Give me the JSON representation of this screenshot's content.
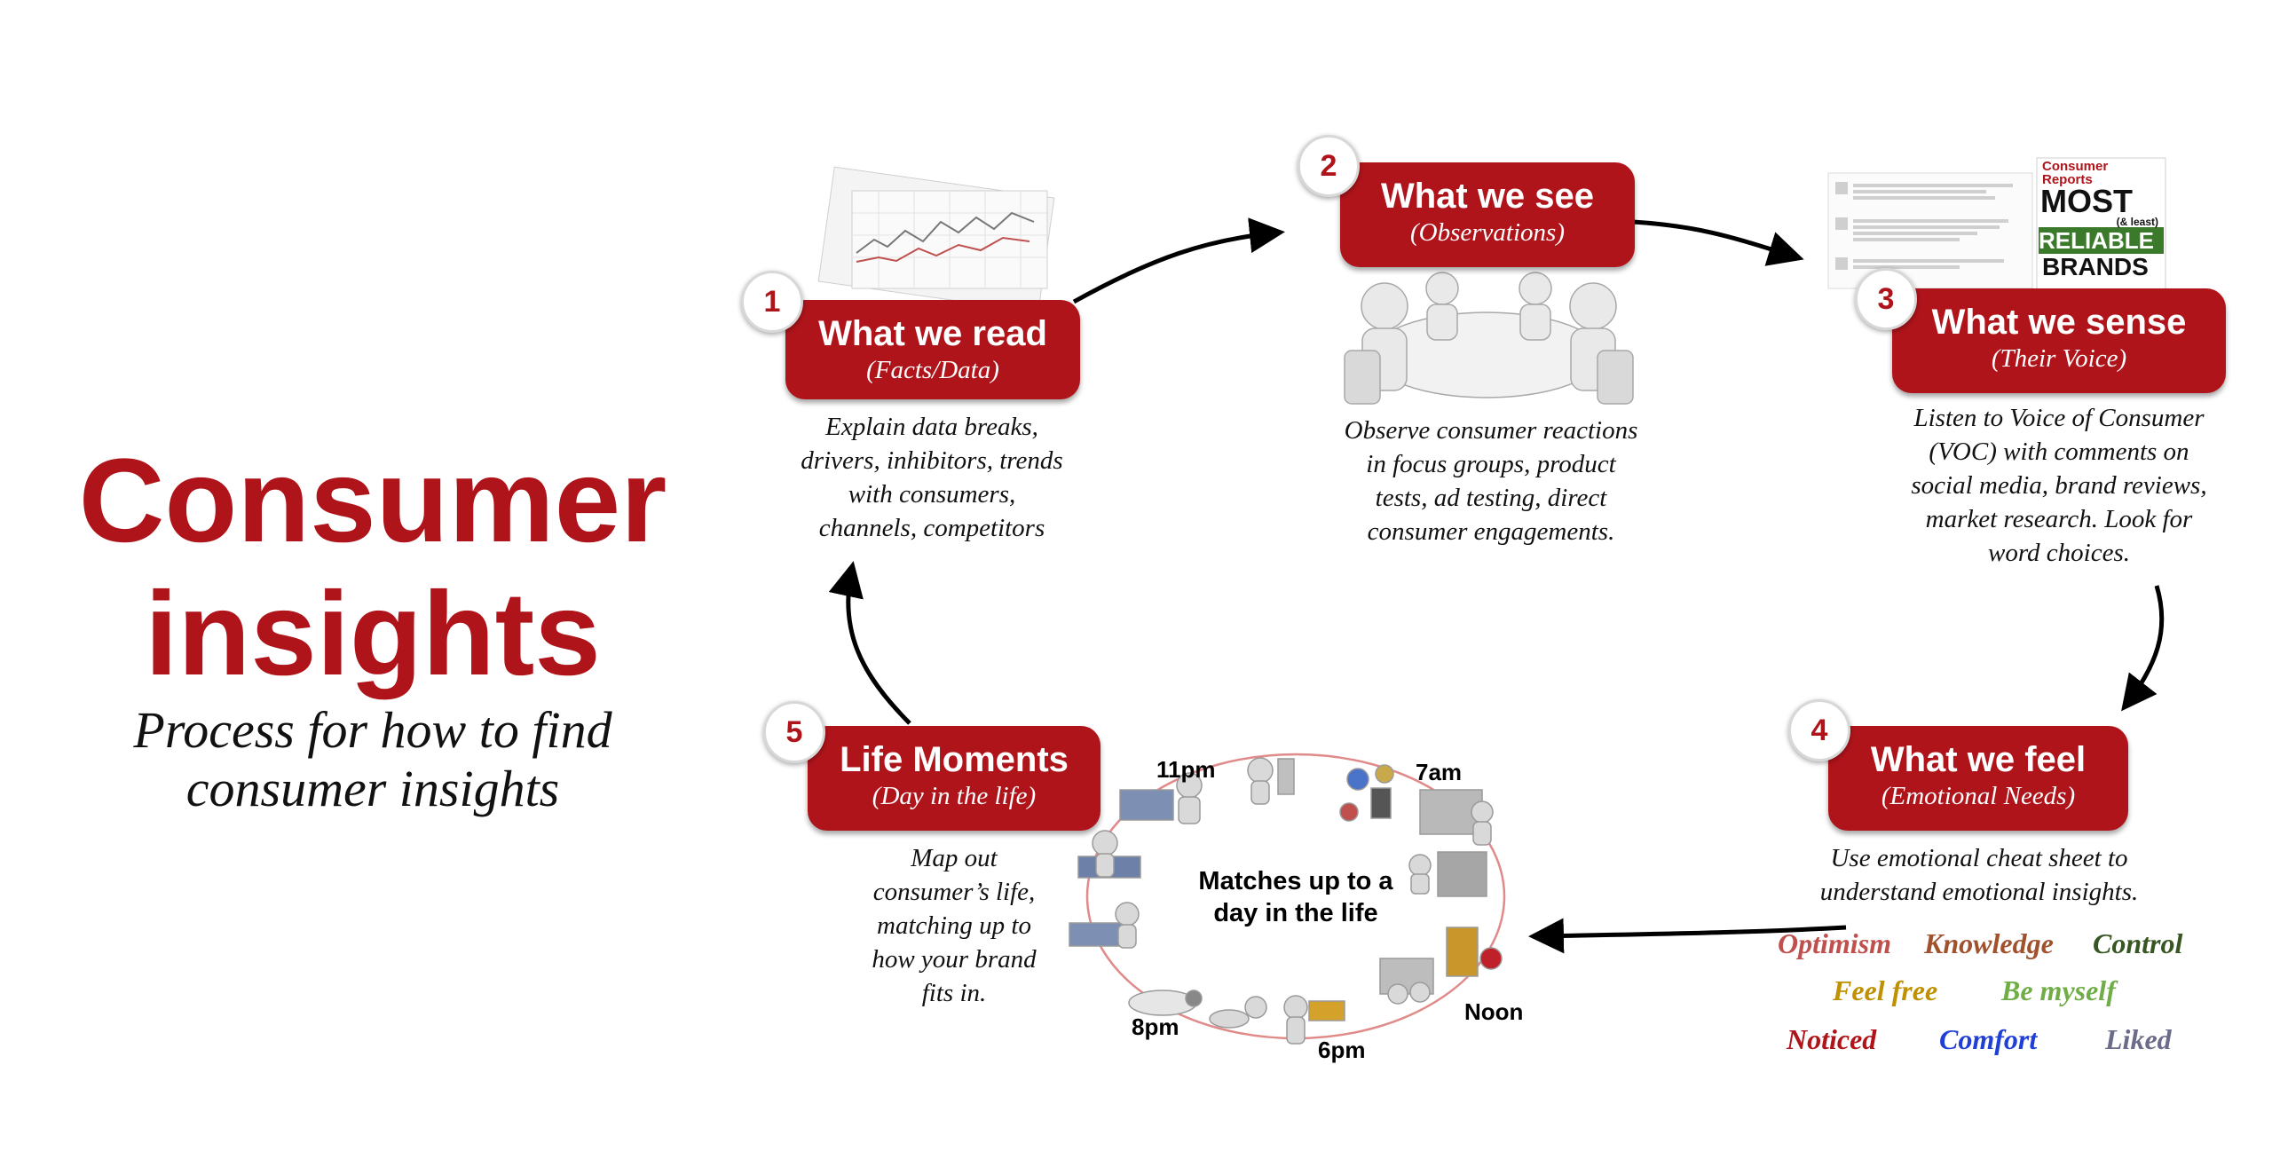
{
  "title": {
    "line1": "Consumer",
    "line2": "insights"
  },
  "subtitle": {
    "line1": "Process for how to find",
    "line2": "consumer insights"
  },
  "steps": [
    {
      "number": "1",
      "title": "What we read",
      "subtitle": "(Facts/Data)",
      "description": [
        "Explain data breaks,",
        "drivers, inhibitors, trends",
        "with consumers,",
        "channels, competitors"
      ]
    },
    {
      "number": "2",
      "title": "What we see",
      "subtitle": "(Observations)",
      "description": [
        "Observe consumer reactions",
        "in  focus groups, product",
        "tests, ad testing, direct",
        "consumer engagements."
      ]
    },
    {
      "number": "3",
      "title": "What we sense",
      "subtitle": "(Their Voice)",
      "description": [
        "Listen to Voice of Consumer",
        "(VOC) with comments on",
        "social media, brand reviews,",
        "market research. Look for",
        "word choices."
      ]
    },
    {
      "number": "4",
      "title": "What we feel",
      "subtitle": "(Emotional Needs)",
      "description": [
        "Use emotional cheat sheet to",
        "understand emotional insights."
      ]
    },
    {
      "number": "5",
      "title": "Life Moments",
      "subtitle": "(Day in the life)",
      "description": [
        "Map out",
        "consumer’s life,",
        "matching up to",
        "how your brand",
        "fits in."
      ]
    }
  ],
  "emotions": [
    {
      "label": "Optimism",
      "color": "#c0504d"
    },
    {
      "label": "Knowledge",
      "color": "#a0522d"
    },
    {
      "label": "Control",
      "color": "#375623"
    },
    {
      "label": "Feel free",
      "color": "#bf9000"
    },
    {
      "label": "Be myself",
      "color": "#70ad47"
    },
    {
      "label": "Noticed",
      "color": "#b0141b"
    },
    {
      "label": "Comfort",
      "color": "#1f3fd6"
    },
    {
      "label": "Liked",
      "color": "#6b6b8a"
    }
  ],
  "day_cycle": {
    "center": [
      "Matches up to a",
      "day in the life"
    ],
    "times": [
      "11pm",
      "7am",
      "Noon",
      "6pm",
      "8pm"
    ]
  },
  "consumer_reports_image": {
    "lines": [
      "Consumer",
      "Reports",
      "MOST",
      "(& least)",
      "RELIABLE",
      "BRANDS"
    ]
  },
  "colors": {
    "accent": "#b0141b",
    "arrow": "#000000"
  }
}
